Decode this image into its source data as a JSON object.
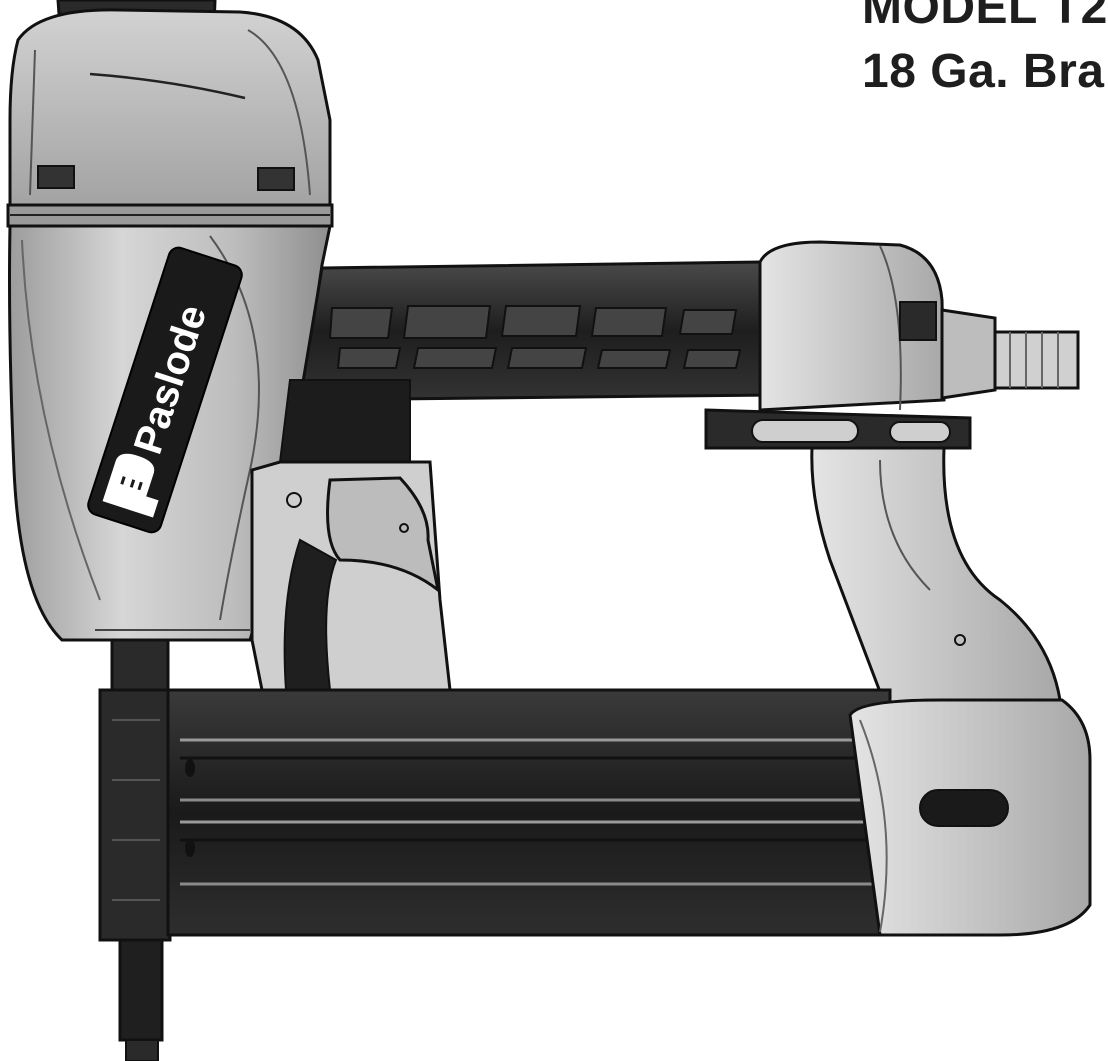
{
  "header": {
    "model_line": "MODEL T2",
    "size_line": "18 Ga. Bra"
  },
  "illustration": {
    "brand_logo_text": "Paslode",
    "subject_icon": "brad-nailer-illustration"
  },
  "colors": {
    "body_light": "#c9c9c9",
    "body_mid": "#a9a9a9",
    "grip_dark": "#2b2b2b",
    "magazine_dark": "#2a2a2a",
    "outline": "#111111"
  }
}
